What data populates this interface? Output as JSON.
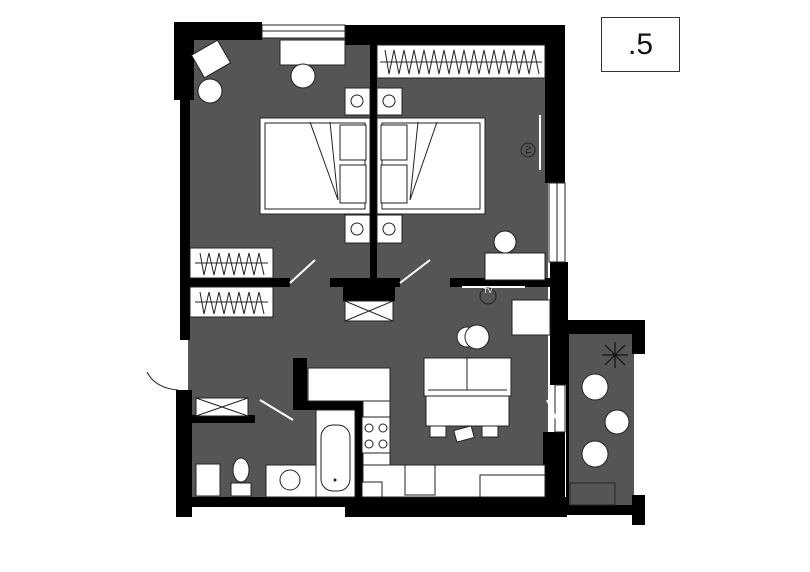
{
  "plan": {
    "unit_label": ".5",
    "tv_labels": [
      "TV",
      "TV"
    ],
    "colors": {
      "wall": "#000000",
      "floor": "#555555",
      "furniture": "#ffffff"
    }
  }
}
